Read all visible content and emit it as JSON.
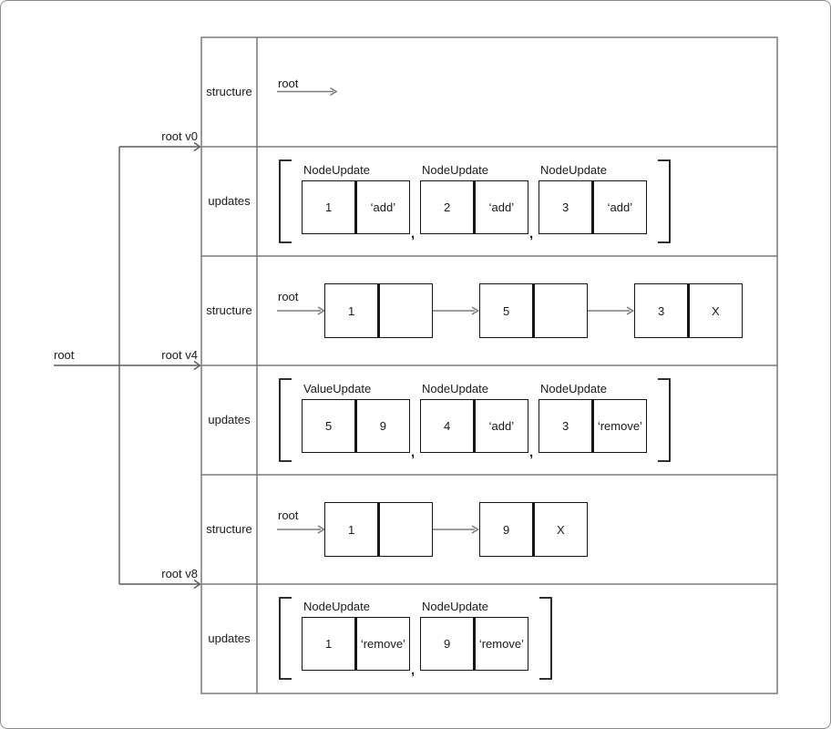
{
  "diagram": {
    "tree": {
      "root_label": "root",
      "branch_labels": [
        "root v0",
        "root v4",
        "root v8"
      ]
    },
    "row_labels": [
      "structure",
      "updates",
      "structure",
      "updates",
      "structure",
      "updates"
    ],
    "comma": ",",
    "v0": {
      "structure": {
        "pointer": "root"
      },
      "updates": [
        {
          "type": "NodeUpdate",
          "key": "1",
          "op": "‘add’"
        },
        {
          "type": "NodeUpdate",
          "key": "2",
          "op": "‘add’"
        },
        {
          "type": "NodeUpdate",
          "key": "3",
          "op": "‘add’"
        }
      ]
    },
    "v4": {
      "structure": {
        "pointer": "root",
        "nodes": [
          {
            "value": "1",
            "next": ""
          },
          {
            "value": "5",
            "next": ""
          },
          {
            "value": "3",
            "next": "X"
          }
        ]
      },
      "updates": [
        {
          "type": "ValueUpdate",
          "key": "5",
          "op": "9"
        },
        {
          "type": "NodeUpdate",
          "key": "4",
          "op": "‘add’"
        },
        {
          "type": "NodeUpdate",
          "key": "3",
          "op": "‘remove’"
        }
      ]
    },
    "v8": {
      "structure": {
        "pointer": "root",
        "nodes": [
          {
            "value": "1",
            "next": ""
          },
          {
            "value": "9",
            "next": "X"
          }
        ]
      },
      "updates": [
        {
          "type": "NodeUpdate",
          "key": "1",
          "op": "‘remove’"
        },
        {
          "type": "NodeUpdate",
          "key": "9",
          "op": "‘remove’"
        }
      ]
    },
    "colors": {
      "grid": "#7a7a7a",
      "tree_line": "#5c5c5c",
      "arrow": "#7e7e7e",
      "box_border": "#161616"
    }
  }
}
